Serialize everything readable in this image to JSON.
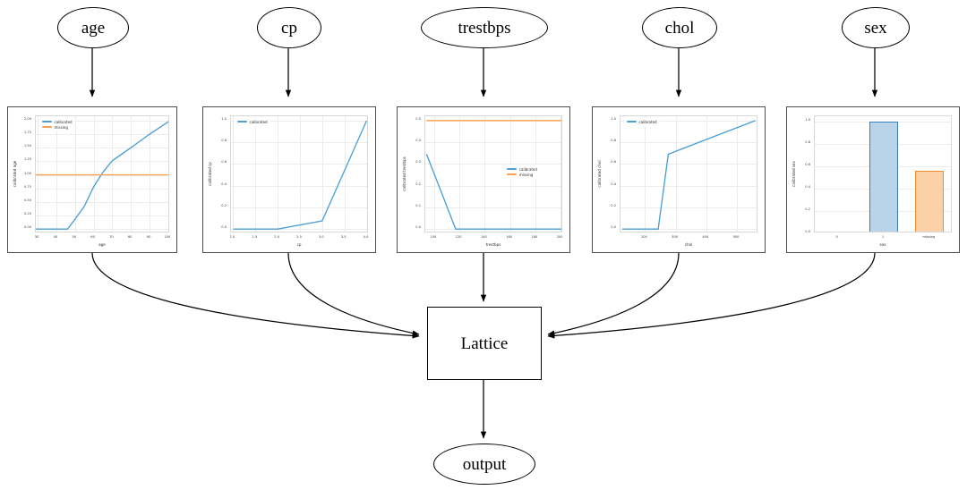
{
  "graph": {
    "input_nodes": [
      {
        "id": "age",
        "label": "age"
      },
      {
        "id": "cp",
        "label": "cp"
      },
      {
        "id": "trestbps",
        "label": "trestbps"
      },
      {
        "id": "chol",
        "label": "chol"
      },
      {
        "id": "sex",
        "label": "sex"
      }
    ],
    "lattice_node": {
      "label": "Lattice"
    },
    "output_node": {
      "label": "output"
    }
  },
  "colors": {
    "calibrated": "#4c9fd4",
    "missing": "#ff9e4a",
    "bar_blue_fill": "#b9d4e8",
    "bar_blue_edge": "#3a7fb5",
    "bar_orange_fill": "#fbd2a8",
    "bar_orange_edge": "#f08b2e",
    "panel_border": "#4d4d4d",
    "grid": "#ececec",
    "edge": "#000000"
  },
  "charts": [
    {
      "id": "age",
      "type": "line",
      "xlabel": "age",
      "ylabel": "calibrated age",
      "xticks": [
        "30",
        "40",
        "50",
        "60",
        "70",
        "80",
        "90",
        "100"
      ],
      "xtick_values": [
        30,
        40,
        50,
        60,
        70,
        80,
        90,
        100
      ],
      "yticks": [
        "0.00",
        "0.25",
        "0.50",
        "0.75",
        "1.00",
        "1.25",
        "1.50",
        "1.75",
        "2.00"
      ],
      "ytick_values": [
        0.0,
        0.25,
        0.5,
        0.75,
        1.0,
        1.25,
        1.5,
        1.75,
        2.0
      ],
      "xlim": [
        29,
        101
      ],
      "ylim": [
        -0.08,
        2.08
      ],
      "legend": [
        {
          "label": "calibrated",
          "color": "#4c9fd4"
        },
        {
          "label": "missing",
          "color": "#ff9e4a"
        }
      ],
      "legend_pos": "upper-left",
      "series": [
        {
          "name": "calibrated",
          "color": "#4c9fd4",
          "x": [
            29,
            40,
            46,
            50,
            55,
            60,
            65,
            70,
            80,
            90,
            101
          ],
          "y": [
            0.0,
            0.0,
            0.0,
            0.18,
            0.42,
            0.78,
            1.05,
            1.26,
            1.5,
            1.75,
            2.0
          ]
        },
        {
          "name": "missing",
          "color": "#ff9e4a",
          "x": [
            29,
            101
          ],
          "y": [
            1.0,
            1.0
          ]
        }
      ]
    },
    {
      "id": "cp",
      "type": "line",
      "xlabel": "cp",
      "ylabel": "calibrated cp",
      "xticks": [
        "1.0",
        "1.5",
        "2.0",
        "2.5",
        "3.0",
        "3.5",
        "4.0"
      ],
      "xtick_values": [
        1.0,
        1.5,
        2.0,
        2.5,
        3.0,
        3.5,
        4.0
      ],
      "yticks": [
        "0.0",
        "0.2",
        "0.4",
        "0.6",
        "0.8",
        "1.0"
      ],
      "ytick_values": [
        0.0,
        0.2,
        0.4,
        0.6,
        0.8,
        1.0
      ],
      "xlim": [
        0.95,
        4.05
      ],
      "ylim": [
        -0.04,
        1.04
      ],
      "legend": [
        {
          "label": "calibrated",
          "color": "#4c9fd4"
        }
      ],
      "legend_pos": "upper-left",
      "series": [
        {
          "name": "calibrated",
          "color": "#4c9fd4",
          "x": [
            1.0,
            2.0,
            3.0,
            4.0
          ],
          "y": [
            0.0,
            0.0,
            0.075,
            1.0
          ]
        }
      ]
    },
    {
      "id": "trestbps",
      "type": "line",
      "xlabel": "trestbps",
      "ylabel": "calibrated trestbps",
      "xticks": [
        "100",
        "120",
        "140",
        "160",
        "180",
        "200"
      ],
      "xtick_values": [
        100,
        120,
        140,
        160,
        180,
        200
      ],
      "yticks": [
        "0.0",
        "0.1",
        "0.2",
        "0.3",
        "0.4",
        "0.5"
      ],
      "ytick_values": [
        0.0,
        0.1,
        0.2,
        0.3,
        0.4,
        0.5
      ],
      "xlim": [
        93,
        202
      ],
      "ylim": [
        -0.02,
        0.52
      ],
      "legend": [
        {
          "label": "calibrated",
          "color": "#4c9fd4"
        },
        {
          "label": "missing",
          "color": "#ff9e4a"
        }
      ],
      "legend_pos": "center-right",
      "series": [
        {
          "name": "calibrated",
          "color": "#4c9fd4",
          "x": [
            94,
            117,
            202
          ],
          "y": [
            0.345,
            0.0,
            0.0
          ]
        },
        {
          "name": "missing",
          "color": "#ff9e4a",
          "x": [
            94,
            202
          ],
          "y": [
            0.5,
            0.5
          ]
        }
      ]
    },
    {
      "id": "chol",
      "type": "line",
      "xlabel": "chol",
      "ylabel": "calibrated chol",
      "xticks": [
        "200",
        "300",
        "400",
        "500"
      ],
      "xtick_values": [
        200,
        300,
        400,
        500
      ],
      "yticks": [
        "0.0",
        "0.2",
        "0.4",
        "0.6",
        "0.8",
        "1.0"
      ],
      "ytick_values": [
        0.0,
        0.2,
        0.4,
        0.6,
        0.8,
        1.0
      ],
      "xlim": [
        120,
        570
      ],
      "ylim": [
        -0.04,
        1.04
      ],
      "legend": [
        {
          "label": "calibrated",
          "color": "#4c9fd4"
        }
      ],
      "legend_pos": "upper-left",
      "series": [
        {
          "name": "calibrated",
          "color": "#4c9fd4",
          "x": [
            126,
            243,
            276,
            560
          ],
          "y": [
            0.0,
            0.0,
            0.69,
            1.0
          ]
        }
      ]
    },
    {
      "id": "sex",
      "type": "bar",
      "xlabel": "sex",
      "ylabel": "calibrated sex",
      "categories": [
        "0",
        "1",
        "missing"
      ],
      "values": [
        0.0,
        1.0,
        0.56
      ],
      "yticks": [
        "0.0",
        "0.2",
        "0.4",
        "0.6",
        "0.8",
        "1.0"
      ],
      "ytick_values": [
        0.0,
        0.2,
        0.4,
        0.6,
        0.8,
        1.0
      ],
      "ylim": [
        0.0,
        1.05
      ],
      "bar_styles": [
        {
          "fill": "#e8f0f6",
          "edge": "#c3d7e6"
        },
        {
          "fill": "#b9d4e8",
          "edge": "#3a7fb5"
        },
        {
          "fill": "#fbd2a8",
          "edge": "#f08b2e"
        }
      ]
    }
  ]
}
